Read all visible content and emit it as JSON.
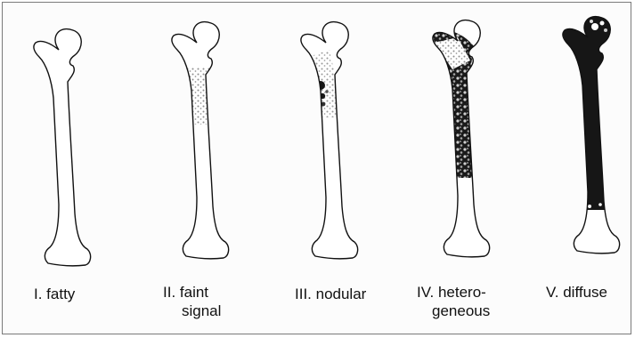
{
  "figure": {
    "stages": [
      {
        "id": "fatty",
        "label_lines": [
          "I. fatty"
        ]
      },
      {
        "id": "faint-signal",
        "label_lines": [
          "II. faint",
          "signal"
        ]
      },
      {
        "id": "nodular",
        "label_lines": [
          "III. nodular"
        ]
      },
      {
        "id": "heterogeneous",
        "label_lines": [
          "IV. hetero-",
          "geneous"
        ]
      },
      {
        "id": "diffuse",
        "label_lines": [
          "V. diffuse"
        ]
      }
    ],
    "colors": {
      "outline": "#111111",
      "marrow_dark": "#161616",
      "marrow_grey": "#8c8c8c",
      "bone_fill": "#ffffff"
    }
  }
}
